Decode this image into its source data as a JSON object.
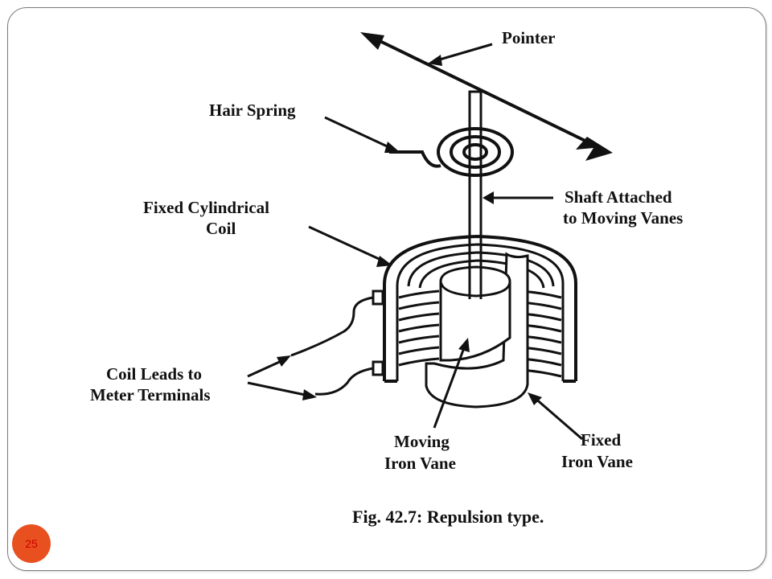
{
  "colors": {
    "badge_fill": "#e8501f",
    "badge_text": "#cc0000",
    "ink": "#111111"
  },
  "slide": {
    "page_number": "25"
  },
  "diagram": {
    "labels": {
      "pointer": "Pointer",
      "hair_spring": "Hair Spring",
      "shaft_line1": "Shaft Attached",
      "shaft_line2": "to Moving Vanes",
      "fixed_coil_line1": "Fixed Cylindrical",
      "fixed_coil_line2": "Coil",
      "coil_leads_line1": "Coil Leads to",
      "coil_leads_line2": "Meter Terminals",
      "moving_vane_line1": "Moving",
      "moving_vane_line2": "Iron Vane",
      "fixed_vane_line1": "Fixed",
      "fixed_vane_line2": "Iron Vane"
    },
    "caption": "Fig. 42.7: Repulsion type."
  }
}
